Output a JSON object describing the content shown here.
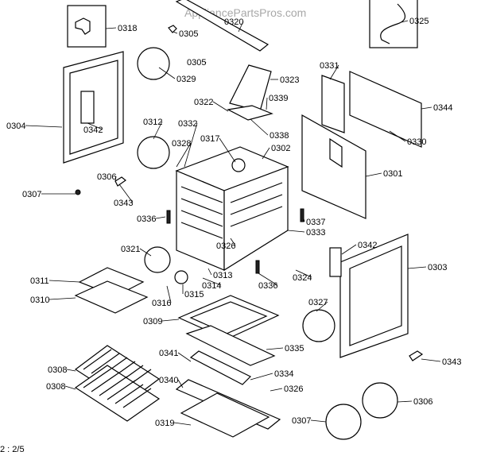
{
  "watermark": "AppliancePartsPros.com",
  "footer_note": "2 : 2/5",
  "part_labels": [
    "0318",
    "0305",
    "0320",
    "0325",
    "0305",
    "0329",
    "0323",
    "0331",
    "0322",
    "0339",
    "0344",
    "0304",
    "0342",
    "0312",
    "0332",
    "0328",
    "0317",
    "0338",
    "0302",
    "0330",
    "0301",
    "0306",
    "0307",
    "0343",
    "0336",
    "0337",
    "0333",
    "0321",
    "0326",
    "0342",
    "0303",
    "0311",
    "0313",
    "0314",
    "0336",
    "0324",
    "0310",
    "0315",
    "0316",
    "0327",
    "0309",
    "0335",
    "0341",
    "0334",
    "0340",
    "0326",
    "0308",
    "0308",
    "0343",
    "0306",
    "0307",
    "0319"
  ]
}
